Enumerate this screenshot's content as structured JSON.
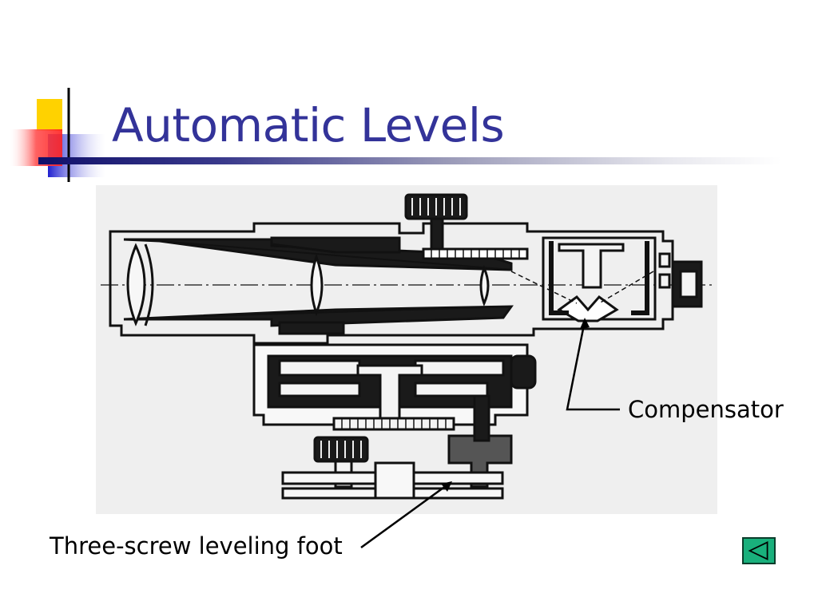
{
  "slide": {
    "title": "Automatic Levels",
    "labels": {
      "compensator": "Compensator",
      "leveling_foot": "Three-screw leveling foot"
    },
    "nav": {
      "back_icon": "back-arrow-icon"
    },
    "colors": {
      "title": "#333399",
      "logo_yellow": "#ffd200",
      "logo_red": "#ff3b3b",
      "logo_blue": "#2323d8",
      "nav_green": "#19b07c"
    }
  }
}
